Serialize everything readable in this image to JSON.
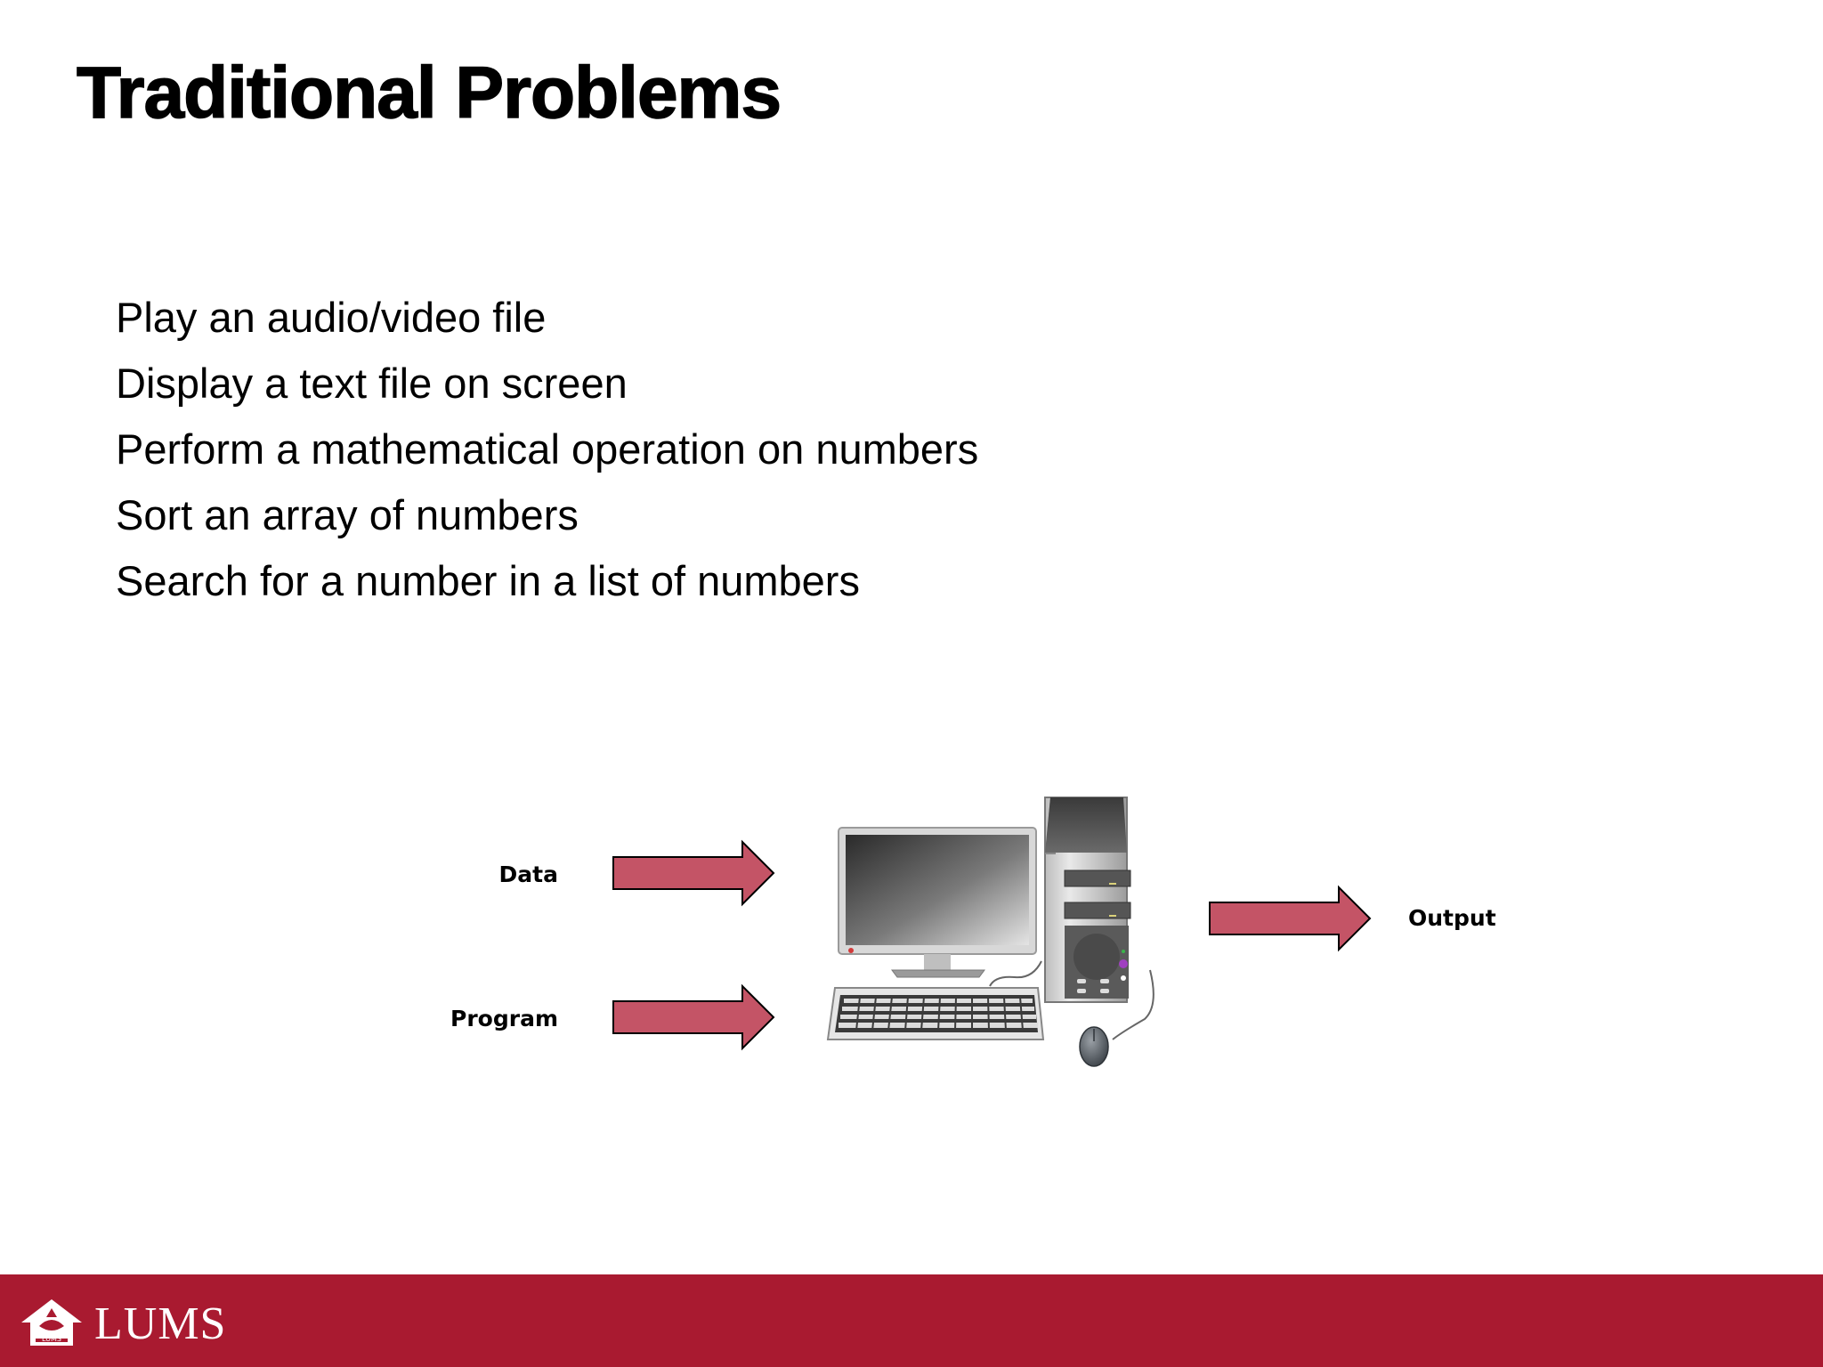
{
  "slide": {
    "title": "Traditional Problems",
    "bullets": [
      "Play an audio/video file",
      "Display a text file on screen",
      "Perform a mathematical operation on numbers",
      "Sort an array of numbers",
      "Search for a number in a list of numbers"
    ]
  },
  "diagram": {
    "inputs": [
      "Data",
      "Program"
    ],
    "output": "Output",
    "arrow_color": "#c45466",
    "center_icon": "desktop-computer-icon"
  },
  "footer": {
    "brand": "LUMS",
    "seal_text": "LUMS",
    "color": "#a91a30"
  }
}
